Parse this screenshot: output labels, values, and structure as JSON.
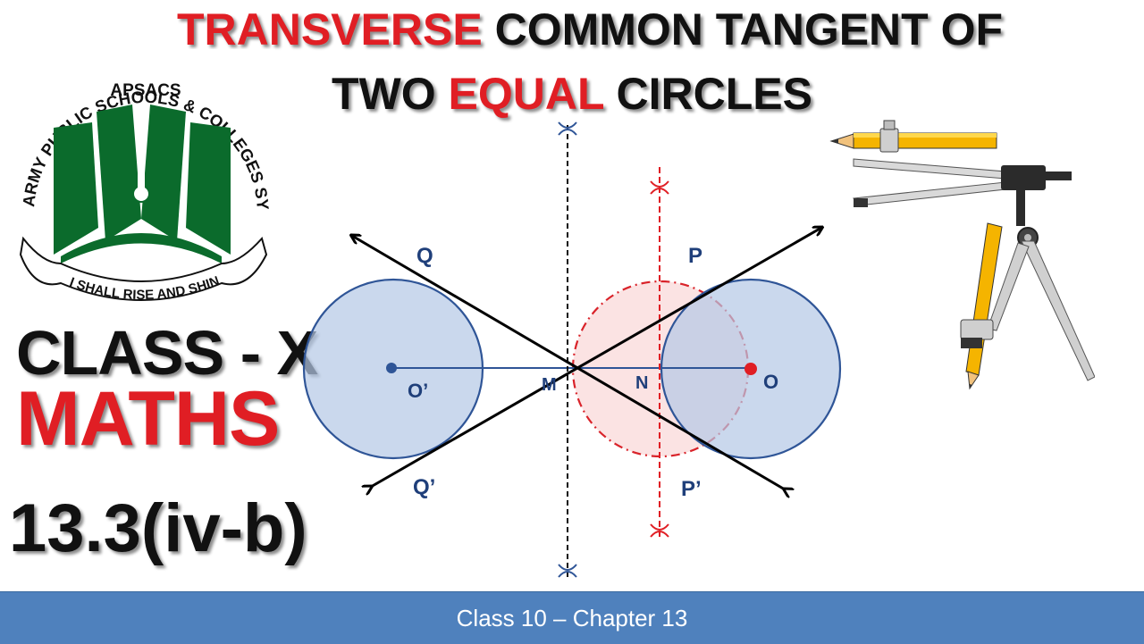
{
  "title": {
    "line1_red": "TRANSVERSE",
    "line1_rest": " COMMON TANGENT OF",
    "line2_a": "TWO ",
    "line2_red": "EQUAL",
    "line2_b": " CIRCLES"
  },
  "logo": {
    "arc_text": "ARMY PUBLIC SCHOOLS & COLLEGES SYSTEM",
    "acronym": "APSACS",
    "motto": "I SHALL RISE AND SHINE"
  },
  "class_label": "CLASS - X",
  "subject": "MATHS",
  "section": "13.3(iv-b)",
  "diagram": {
    "labels": {
      "Q": "Q",
      "P": "P",
      "Q_prime": "Q’",
      "P_prime": "P’",
      "O_prime": "O’",
      "M": "M",
      "N": "N",
      "O": "O"
    }
  },
  "footer": {
    "text": "Class 10 – Chapter 13"
  },
  "colors": {
    "accent_red": "#e01e24",
    "footer_blue": "#4f81bd",
    "circle_fill": "#c9d7ec",
    "circle_stroke": "#2f5597",
    "label_blue": "#1f3f7a",
    "logo_green": "#0b6b2c"
  },
  "icons": [
    "compass-icon",
    "pencil-icon",
    "book-logo-icon"
  ]
}
